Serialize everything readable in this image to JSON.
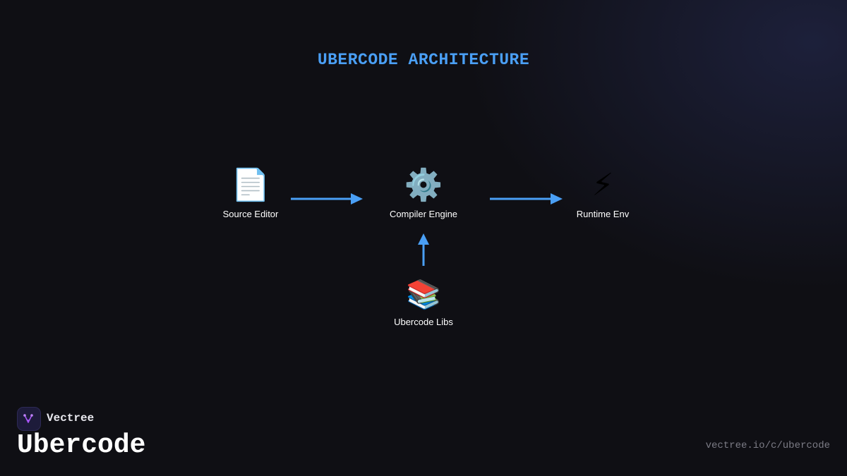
{
  "title": "UBERCODE ARCHITECTURE",
  "nodes": {
    "source": {
      "label": "Source Editor",
      "icon": "📄"
    },
    "compiler": {
      "label": "Compiler Engine",
      "icon": "⚙️"
    },
    "runtime": {
      "label": "Runtime Env",
      "icon": "⚡"
    },
    "libs": {
      "label": "Ubercode Libs",
      "icon": "📚"
    }
  },
  "edges": [
    {
      "from": "Source Editor",
      "to": "Compiler Engine"
    },
    {
      "from": "Compiler Engine",
      "to": "Runtime Env"
    },
    {
      "from": "Ubercode Libs",
      "to": "Compiler Engine"
    }
  ],
  "footer": {
    "brand": "Vectree",
    "product": "Ubercode",
    "url": "vectree.io/c/ubercode"
  },
  "colors": {
    "accent": "#4a9ff5",
    "background": "#0f0f14",
    "logo_mark": "#a855f7"
  }
}
